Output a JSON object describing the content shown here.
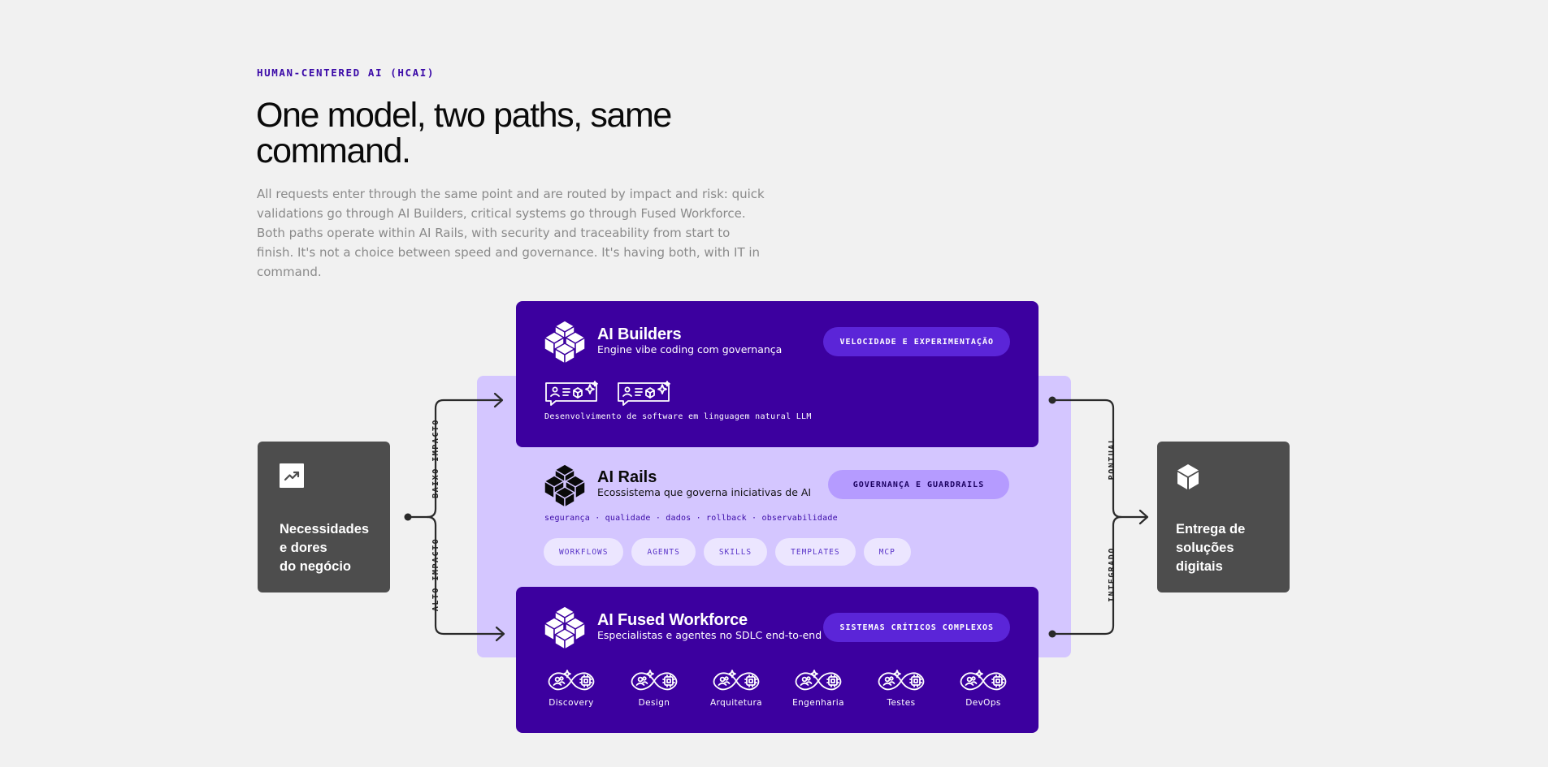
{
  "header": {
    "eyebrow": "HUMAN-CENTERED AI (HCAI)",
    "title": "One model, two paths, same command.",
    "description": "All requests enter through the same point and are routed by impact and risk: quick validations go through AI Builders, critical systems go through Fused Workforce. Both paths operate within AI Rails, with security and traceability from start to finish. It's not a choice between speed and governance. It's having both, with IT in command."
  },
  "input_box": {
    "icon": "trending-up-icon",
    "label": "Necessidades\ne dores\ndo negócio"
  },
  "output_box": {
    "icon": "cube-icon",
    "label": "Entrega de\nsoluções\ndigitais"
  },
  "routes": {
    "low_impact": "BAIXO IMPACTO",
    "high_impact": "ALTO IMPACTO",
    "pontual": "PONTUAL",
    "integrado": "INTEGRADO"
  },
  "builders": {
    "name": "AI Builders",
    "subtitle": "Engine vibe coding com governança",
    "tag": "VELOCIDADE E EXPERIMENTAÇÃO",
    "caption": "Desenvolvimento de software em linguagem natural LLM",
    "icons": [
      "chat-ai-icon",
      "chat-ai-icon"
    ]
  },
  "rails": {
    "name": "AI Rails",
    "subtitle": "Ecossistema que governa iniciativas de AI",
    "tag": "GOVERNANÇA E GUARDRAILS",
    "values": "segurança · qualidade · dados · rollback · observabilidade",
    "chips": [
      "WORKFLOWS",
      "AGENTS",
      "SKILLS",
      "TEMPLATES",
      "MCP"
    ]
  },
  "fused": {
    "name": "AI Fused Workforce",
    "subtitle": "Especialistas e agentes no SDLC end-to-end",
    "tag": "SISTEMAS CRÍTICOS COMPLEXOS",
    "phases": [
      "Discovery",
      "Design",
      "Arquitetura",
      "Engenharia",
      "Testes",
      "DevOps"
    ]
  },
  "colors": {
    "background": "#f1f1f1",
    "accent_purple": "#3c009f",
    "rails_lavender": "#d4c6ff",
    "pill_purple": "#5b25d8",
    "side_box": "#4d4d4d"
  }
}
